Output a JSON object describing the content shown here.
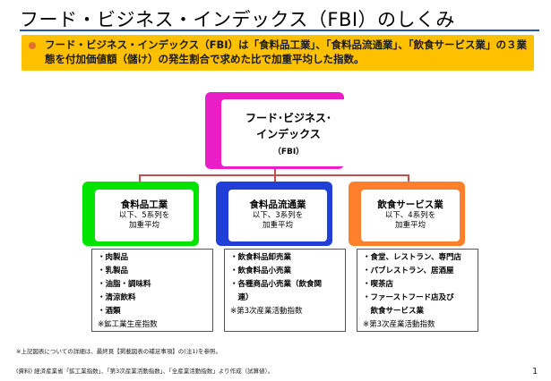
{
  "title": "フード・ビジネス・インデックス（FBI）のしくみ",
  "banner": {
    "text": "フード・ビジネス・インデックス（FBI）は「食料品工業」、「食料品流通業」、「飲食サービス業」の３業態を付加価値額（儲け）の発生割合で求めた比で加重平均した指数。"
  },
  "top_node": {
    "line1": "フード･ビジネス･",
    "line2": "インデックス",
    "sub": "（FBI）"
  },
  "nodes": [
    {
      "title": "食料品工業",
      "line1": "以下、5系列を",
      "line2": "加重平均",
      "items": [
        "・肉製品",
        "・乳製品",
        "・油脂・調味料",
        "・清涼飲料",
        "・酒類"
      ],
      "note": "※鉱工業生産指数"
    },
    {
      "title": "食料品流通業",
      "line1": "以下、3系列を",
      "line2": "加重平均",
      "items": [
        "・飲食料品卸売業",
        "・飲食料品小売業",
        "・各種商品小売業（飲食関",
        "　連）"
      ],
      "note": "※第3次産業活動指数"
    },
    {
      "title": "飲食サービス業",
      "line1": "以下、4系列を",
      "line2": "加重平均",
      "items": [
        "・食堂、レストラン、専門店",
        "・パブレストラン、居酒屋",
        "・喫茶店",
        "・ファーストフード店及び",
        "　飲食サービス業"
      ],
      "note": "※第3次産業活動指数"
    }
  ],
  "footnotes": {
    "note1": "※上記図表についての詳細は、最終頁【掲載図表の補足事項】の(注1)を参照。",
    "source": "(資料) 経済産業省「鉱工業指数」、「第3次産業活動指数」、「全産業活動指数」より作成（試算値）。"
  },
  "page_number": "1",
  "colors": {
    "title_rule": "#2a56a8",
    "banner": "#ffc000",
    "banner_bullet": "#e07030",
    "top_node": "#e81fc8",
    "node_manufacturing": "#00e400",
    "node_distribution": "#1f3fd6",
    "node_food_service": "#ff7f2a",
    "connector": "#c0504d"
  }
}
